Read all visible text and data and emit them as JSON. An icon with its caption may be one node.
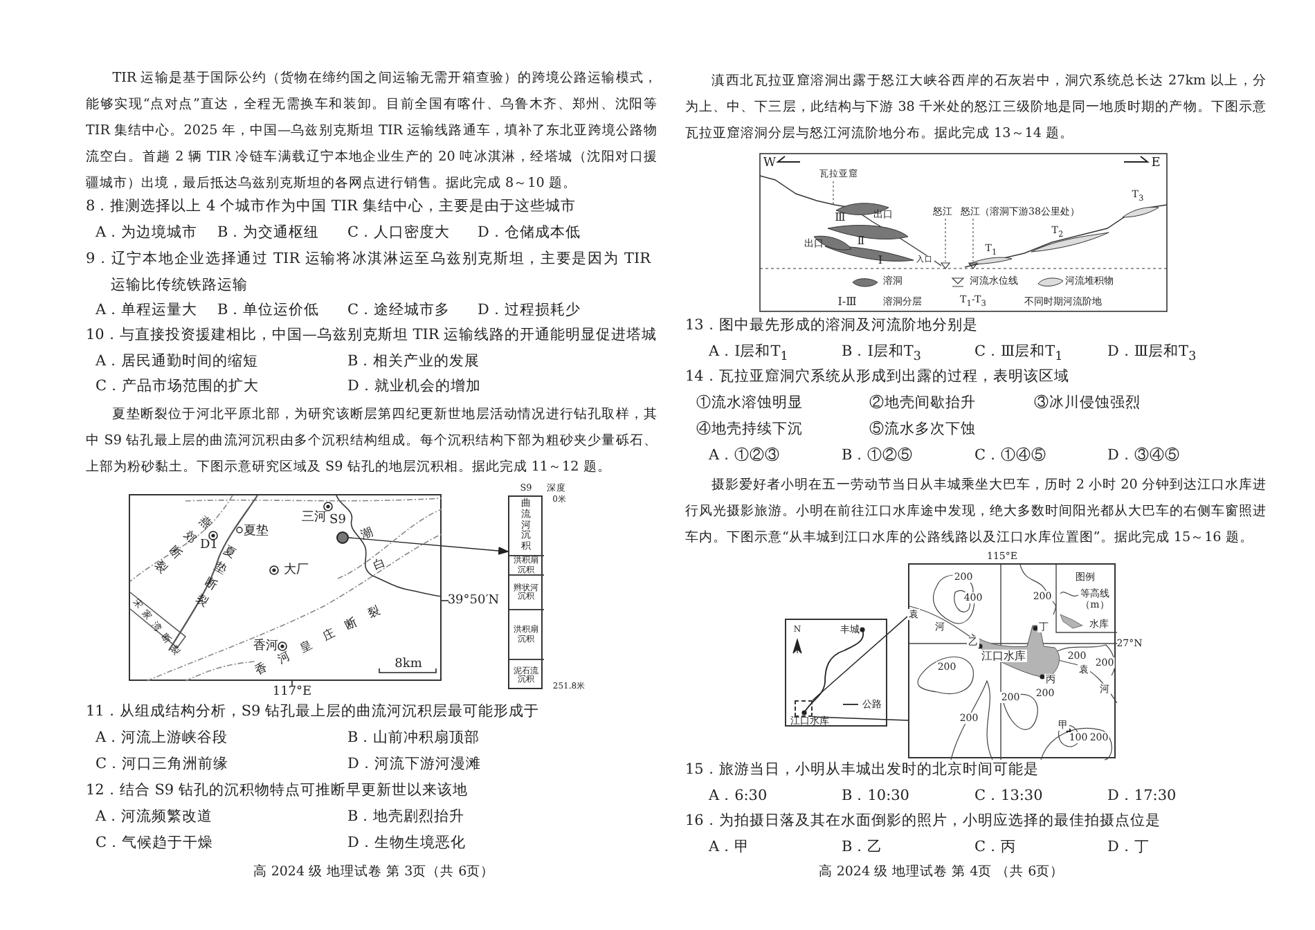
{
  "diagram": {
    "nodes": [
      {
        "text": [
          "燕郊断裂",
          "D1",
          "夏垫",
          "夏垫断裂",
          "三河",
          "潮白",
          "大厂",
          "宋家湾断裂",
          "香河",
          "香河皇庄断裂",
          "8km"
        ],
        "beside": [
          "117°E",
          "39°50′N"
        ]
      },
      {
        "text": [
          "S9"
        ],
        "in": 0
      },
      {
        "text": [
          "S9",
          "深度"
        ],
        "beside": [
          "0米",
          "251.8米"
        ]
      },
      {
        "text": [
          "曲流河沉积"
        ],
        "in": 2
      },
      {
        "text": [
          "洪积扇沉积"
        ],
        "in": 2
      },
      {
        "text": [
          "辫状河沉积"
        ],
        "in": 2
      },
      {
        "text": [
          "洪积扇沉积"
        ],
        "in": 2
      },
      {
        "text": [
          "泥石流沉积"
        ],
        "in": 2
      },
      {
        "text": [
          "N",
          "丰城",
          "江口水库"
        ]
      },
      {
        "text": [],
        "shape": "box",
        "in": 8
      },
      {
        "text": [
          "200",
          "400",
          "200",
          "袁",
          "河",
          "乙",
          "丁",
          "江口水库",
          "200",
          "200",
          "袁",
          "河",
          "丙",
          "200",
          "200",
          "200",
          "200",
          "甲",
          "100",
          "200",
          "图例"
        ],
        "beside": [
          "115°E",
          "27°N"
        ]
      }
    ],
    "edges": [
      {
        "from": 1,
        "to": 2,
        "arrow": "to"
      },
      {
        "from": 9,
        "to": 10,
        "arrow": "none"
      },
      {
        "from": 9,
        "to": 10,
        "arrow": "none"
      }
    ],
    "labels": [
      "TIR 运输是基于国际公约（货物在缔约国之间运输无需开箱查验）的跨境公路运输模式，能够实现“点对点”直达，全程无需换车和装卸。目前全国有喀什、乌鲁木齐、郑州、沈阳等 TIR 集结中心。2025 年，中国—乌兹别克斯坦 TIR 运输线路通车，填补了东北亚跨境公路物流空白。首趟 2 辆 TIR 冷链车满载辽宁本地企业生产的 20 吨冰淇淋，经塔城（沈阳对口援疆城市）出境，最后抵达乌兹别克斯坦的各网点进行销售。据此完成 8～10 题。",
      "8．推测选择以上 4 个城市作为中国 TIR 集结中心，主要是由于这些城市",
      "A．为边境城市",
      "B．为交通枢纽",
      "C．人口密度大",
      "D．仓储成本低",
      "9．辽宁本地企业选择通过 TIR 运输将冰淇淋运至乌兹别克斯坦，主要是因为 TIR 运输比传统铁路运输",
      "A．单程运量大",
      "B．单位运价低",
      "C．途经城市多",
      "D．过程损耗少",
      "10．与直接投资援建相比，中国—乌兹别克斯坦 TIR 运输线路的开通能明显促进塔城",
      "A．居民通勤时间的缩短",
      "B．相关产业的发展",
      "C．产品市场范围的扩大",
      "D．就业机会的增加",
      "夏垫断裂位于河北平原北部，为研究该断层第四纪更新世地层活动情况进行钻孔取样，其中 S9 钻孔最上层的曲流河沉积由多个沉积结构组成。每个沉积结构下部为粗砂夹少量砾石、上部为粉砂黏土。下图示意研究区域及 S9 钻孔的地层沉积相。据此完成 11～12 题。",
      "11．从组成结构分析，S9 钻孔最上层的曲流河沉积层最可能形成于",
      "A．河流上游峡谷段",
      "B．山前冲积扇顶部",
      "C．河口三角洲前缘",
      "D．河流下游河漫滩",
      "12．结合 S9 钻孔的沉积物特点可推断早更新世以来该地",
      "A．河流频繁改道",
      "B．地壳剧烈抬升",
      "C．气候趋于干燥",
      "D．生物生境恶化",
      "高 2024 级 地理试卷 第 3页（共 6页）",
      "滇西北瓦拉亚窟溶洞出露于怒江大峡谷西岸的石灰岩中，洞穴系统总长达 27km 以上，分为上、中、下三层，此结构与下游 38 千米处的怒江三级阶地是同一地质时期的产物。下图示意瓦拉亚窟溶洞分层与怒江河流阶地分布。据此完成 13～14 题。",
      "W",
      "E",
      "瓦拉亚窟",
      "Ⅲ",
      "出口",
      "出口",
      "Ⅱ",
      "Ⅰ",
      "入口",
      "怒江",
      "怒江（溶洞下游38公里处）",
      "T$_{1}$",
      "T$_{2}$",
      "T$_{3}$",
      "Ⅰ-Ⅲ",
      "T$_{1}$-T$_{3}$",
      "13．图中最先形成的溶洞及河流阶地分别是",
      "A．Ⅰ层和T$_{1}$",
      "B．Ⅰ层和T$_{3}$",
      "C．Ⅲ层和T$_{1}$",
      "D．Ⅲ层和T$_{3}$",
      "14．瓦拉亚窟洞穴系统从形成到出露的过程，表明该区域",
      "①流水溶蚀明显",
      "②地壳间歇抬升",
      "③冰川侵蚀强烈",
      "④地壳持续下沉",
      "⑤流水多次下蚀",
      "A．①②③",
      "B．①②⑤",
      "C．①④⑤",
      "D．③④⑤",
      "摄影爱好者小明在五一劳动节当日从丰城乘坐大巴车，历时 2 小时 20 分钟到达江口水库进行风光摄影旅游。小明在前往江口水库途中发现，绝大多数时间阳光都从大巴车的右侧车窗照进车内。下图示意“从丰城到江口水库的公路线路以及江口水库位置图”。据此完成 15～16 题。",
      "15．旅游当日，小明从丰城出发时的北京时间可能是",
      "A．6:30",
      "B．10:30",
      "C．13:30",
      "D．17:30",
      "16．为拍摄日落及其在水面倒影的照片，小明应选择的最佳拍摄点位是",
      "A．甲",
      "B．乙",
      "C．丙",
      "D．丁",
      "高 2024 级 地理试卷 第 4页 （共 6页）"
    ],
    "legend": [
      {
        "text": "溶洞"
      },
      {
        "text": "河流水位线"
      },
      {
        "text": "河流堆积物"
      },
      {
        "text": "溶洞分层"
      },
      {
        "text": "不同时期河流阶地"
      },
      {
        "text": "公路"
      },
      {
        "text": "等高线（m）"
      },
      {
        "text": "水库",
        "color": "#b4b4b4"
      }
    ]
  }
}
